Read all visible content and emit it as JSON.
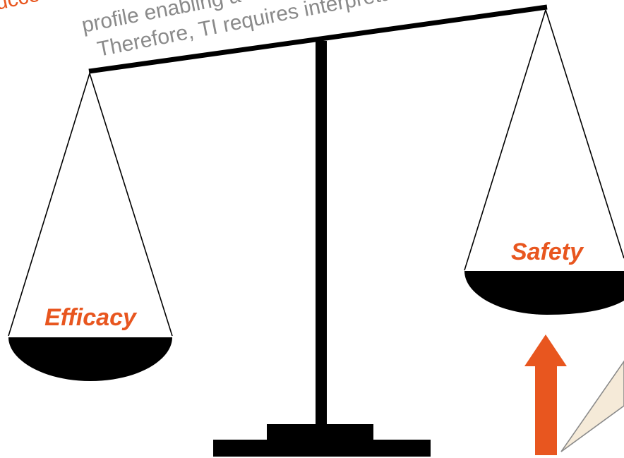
{
  "top_text": {
    "orange_fragment": "uccess",
    "line1": "profile enabling a",
    "line2": "Therefore, TI requires interpretatio"
  },
  "labels": {
    "left_pan": "Efficacy",
    "right_pan": "Safety"
  },
  "colors": {
    "accent": "#e8561f",
    "ink": "#000000",
    "caption_gray": "#8a8a8a",
    "callout_fill": "#f5ead8"
  },
  "icons": {
    "arrow": "up-arrow-icon",
    "callout": "speech-callout"
  }
}
